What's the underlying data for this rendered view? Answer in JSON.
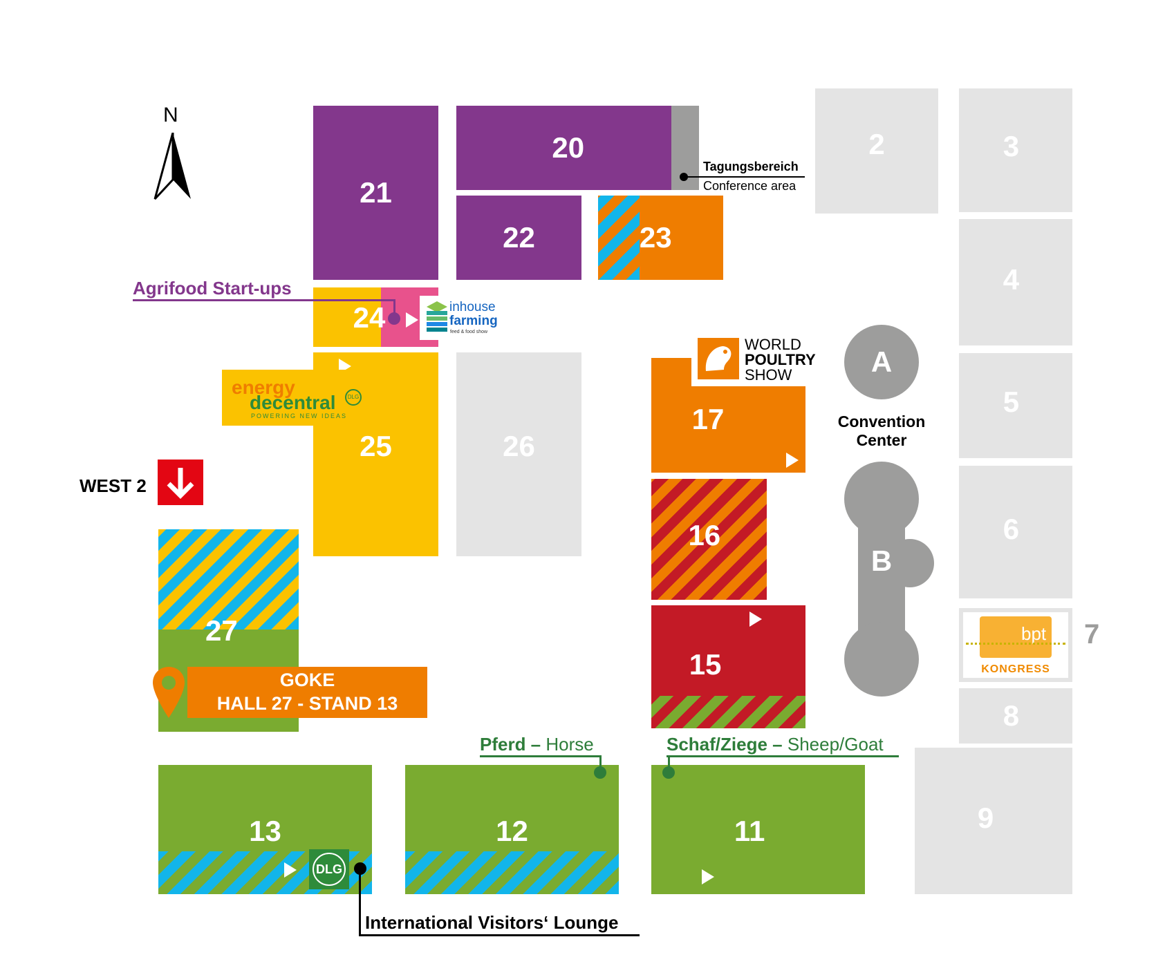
{
  "compass": {
    "letter": "N",
    "icon": "north-arrow-icon"
  },
  "halls": {
    "h2": "2",
    "h3": "3",
    "h4": "4",
    "h5": "5",
    "h6": "6",
    "h7": "7",
    "h8": "8",
    "h9": "9",
    "h11": "11",
    "h12": "12",
    "h13": "13",
    "h15": "15",
    "h16": "16",
    "h17": "17",
    "h20": "20",
    "h21": "21",
    "h22": "22",
    "h23": "23",
    "h24": "24",
    "h25": "25",
    "h26": "26",
    "h27": "27"
  },
  "convention": {
    "a": "A",
    "b": "B",
    "label_line1": "Convention",
    "label_line2": "Center"
  },
  "labels": {
    "agrifood": "Agrifood Start-ups",
    "tagung_de": "Tagungsbereich",
    "tagung_en": "Conference area",
    "west2": "WEST 2",
    "pferd_de": "Pferd –",
    "pferd_en": " Horse",
    "schaf_de": "Schaf/Ziege –",
    "schaf_en": " Sheep/Goat",
    "lounge": "International Visitors‘ Lounge",
    "goke_line1": "GOKE",
    "goke_line2": "HALL 27 - STAND 13"
  },
  "logos": {
    "inhouse_1": "inhouse",
    "inhouse_2": "farming",
    "inhouse_3": "feed & food show",
    "wps_1": "WORLD",
    "wps_2": "POULTRY",
    "wps_3": "SHOW",
    "energy_1": "energy",
    "energy_2": "decentral",
    "energy_3": "POWERING NEW IDEAS",
    "dlg": "DLG",
    "bpt_1": "bpt",
    "bpt_2": "KONGRESS"
  },
  "colors": {
    "purple": "#83378c",
    "orange": "#ef7d00",
    "yellow": "#fbc200",
    "green": "#7aab30",
    "red": "#c31a26",
    "blue": "#12b5ea",
    "grey": "#e4e4e4",
    "darkgrey": "#9d9d9c",
    "pink": "#e8528c",
    "darkgreen": "#2e7d3a"
  }
}
